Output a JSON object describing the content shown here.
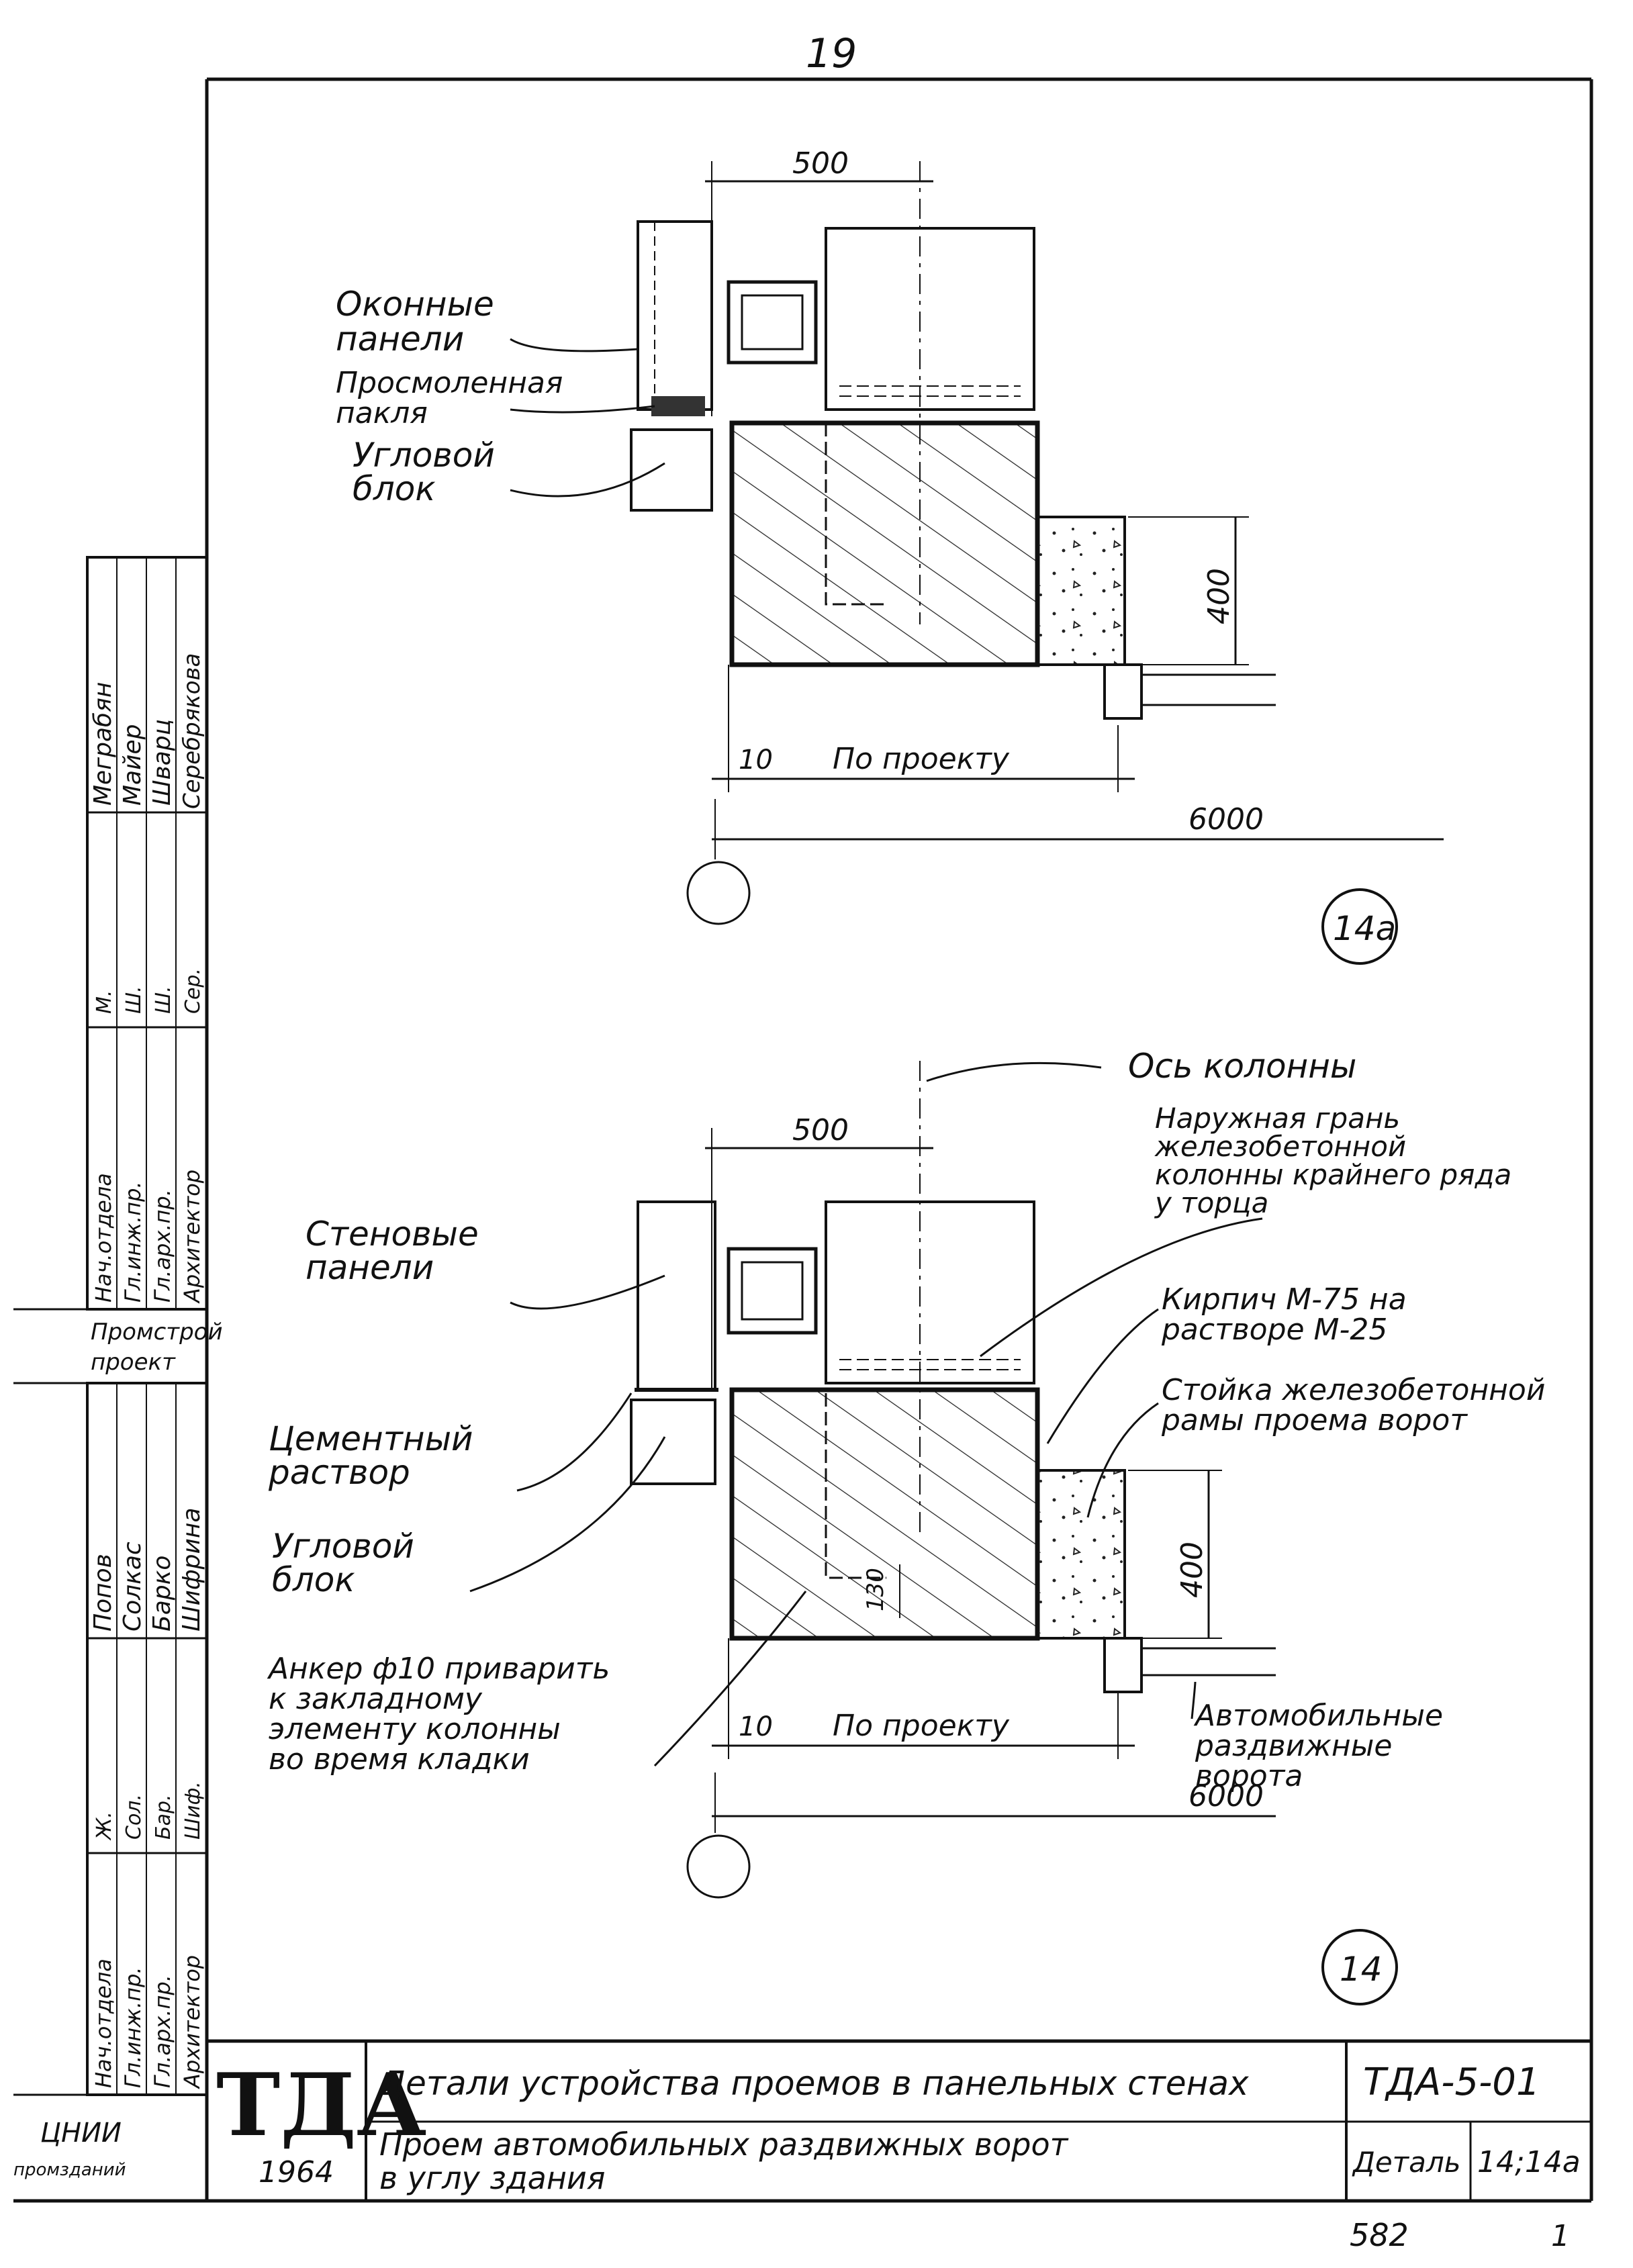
{
  "sheet": {
    "page_number": "19",
    "footer_number": "582",
    "footer_sheet": "1"
  },
  "detail_14a": {
    "marker": "14a",
    "dim_top": "500",
    "dim_right": "400",
    "dim_small": "10",
    "dim_middle": "По проекту",
    "dim_bottom": "6000",
    "labels": {
      "window_panels": [
        "Оконные",
        "панели"
      ],
      "tarred_tow": [
        "Просмоленная",
        "пакля"
      ],
      "corner_block": [
        "Угловой",
        "блок"
      ]
    }
  },
  "detail_14": {
    "marker": "14",
    "dim_top": "500",
    "dim_right": "400",
    "dim_small": "10",
    "dim_anchor": "130",
    "dim_middle": "По проекту",
    "dim_bottom": "6000",
    "labels": {
      "column_axis": "Ось колонны",
      "outer_face": [
        "Наружная грань",
        "железобетонной",
        "колонны крайнего ряда",
        "у торца"
      ],
      "wall_panels": [
        "Стеновые",
        "панели"
      ],
      "brick": [
        "Кирпич М-75 на",
        "растворе М-25"
      ],
      "post": [
        "Стойка железобетонной",
        "рамы проема ворот"
      ],
      "cement_mortar": [
        "Цементный",
        "раствор"
      ],
      "corner_block": [
        "Угловой",
        "блок"
      ],
      "anchor": [
        "Анкер ф10 приварить",
        "к закладному",
        "элементу колонны",
        "во время кладки"
      ],
      "gates": [
        "Автомобильные",
        "раздвижные",
        "ворота"
      ]
    }
  },
  "stamp_left": {
    "block1_names": [
      "Меграбян",
      "Майер",
      "Шварц",
      "Серебрякова"
    ],
    "block1_signatures": [
      "М.",
      "Ш.",
      "Ш.",
      "Сер."
    ],
    "block1_roles": [
      "Нач.отдела",
      "Гл.инж.пр.",
      "Гл.арх.пр.",
      "Архитектор"
    ],
    "org1": [
      "Промстрой",
      "проект"
    ],
    "block2_names": [
      "Попов",
      "Солкас",
      "Барко",
      "Шифрина"
    ],
    "block2_signatures": [
      "Ж.",
      "Сол.",
      "Бар.",
      "Шиф."
    ],
    "block2_roles": [
      "Нач.отдела",
      "Гл.инж.пр.",
      "Гл.арх.пр.",
      "Архитектор"
    ],
    "org2": [
      "ЦНИИ",
      "промзданий"
    ]
  },
  "title_block": {
    "logo": "ТДА",
    "year": "1964",
    "title_line1": "Детали устройства проемов в панельных стенах",
    "title_line2": "Проем автомобильных раздвижных ворот",
    "title_line3": "в углу здания",
    "code": "ТДА-5-01",
    "detail_label": "Деталь",
    "detail_value": "14;14а"
  }
}
